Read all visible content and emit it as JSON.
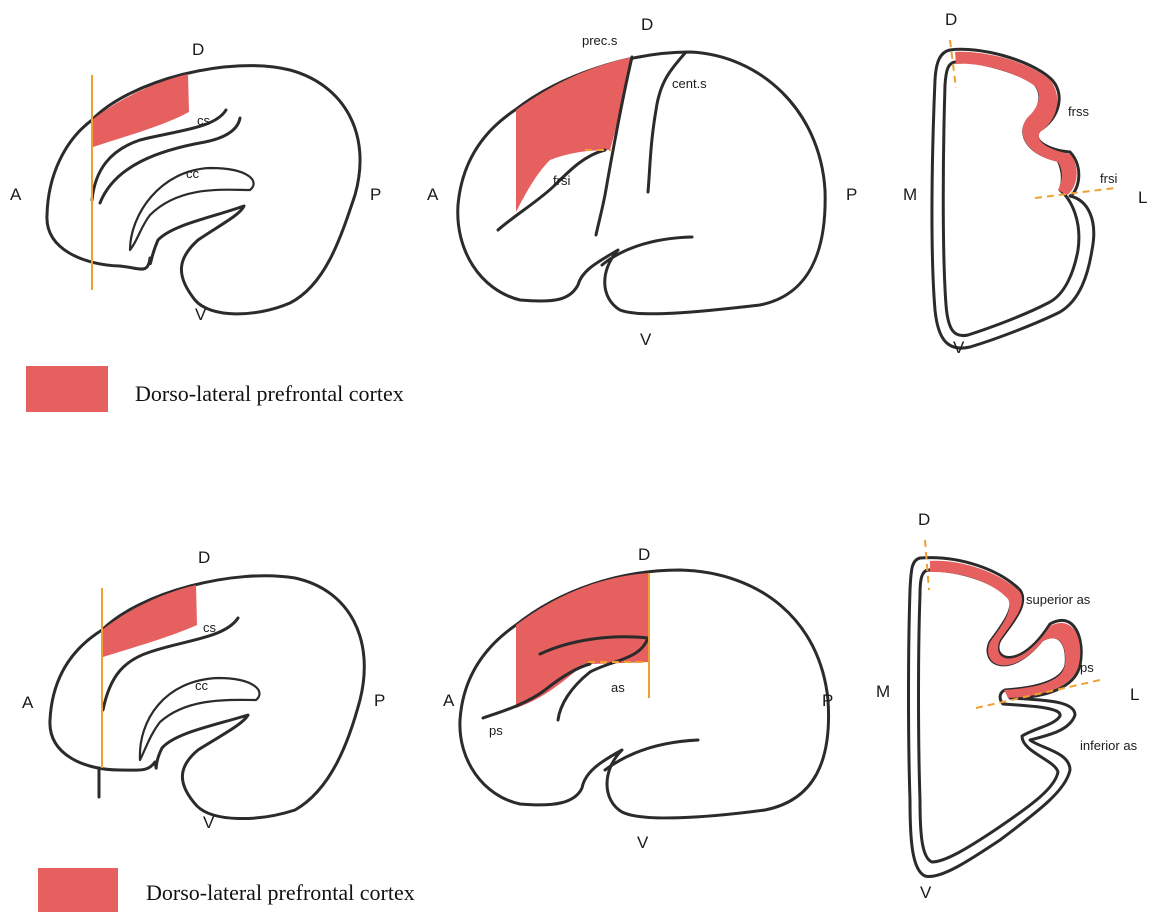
{
  "colors": {
    "region": "#e66060",
    "cut": "#f0a030",
    "outline": "#2b2b2b"
  },
  "top": {
    "medial": {
      "D": "D",
      "A": "A",
      "P": "P",
      "V": "V",
      "cs": "cs",
      "cc": "cc"
    },
    "lateral": {
      "D": "D",
      "A": "A",
      "P": "P",
      "V": "V",
      "prec": "prec.s",
      "cent": "cent.s",
      "frsi": "frsi"
    },
    "coronal": {
      "D": "D",
      "M": "M",
      "L": "L",
      "V": "V",
      "frss": "frss",
      "frsi": "frsi"
    },
    "legend": "Dorso-lateral prefrontal cortex"
  },
  "bottom": {
    "medial": {
      "D": "D",
      "A": "A",
      "P": "P",
      "V": "V",
      "cs": "cs",
      "cc": "cc"
    },
    "lateral": {
      "D": "D",
      "A": "A",
      "P": "P",
      "V": "V",
      "as": "as",
      "ps": "ps"
    },
    "coronal": {
      "D": "D",
      "M": "M",
      "L": "L",
      "V": "V",
      "superior": "superior as",
      "ps": "ps",
      "inferior": "inferior as"
    },
    "legend": "Dorso-lateral prefrontal cortex"
  }
}
